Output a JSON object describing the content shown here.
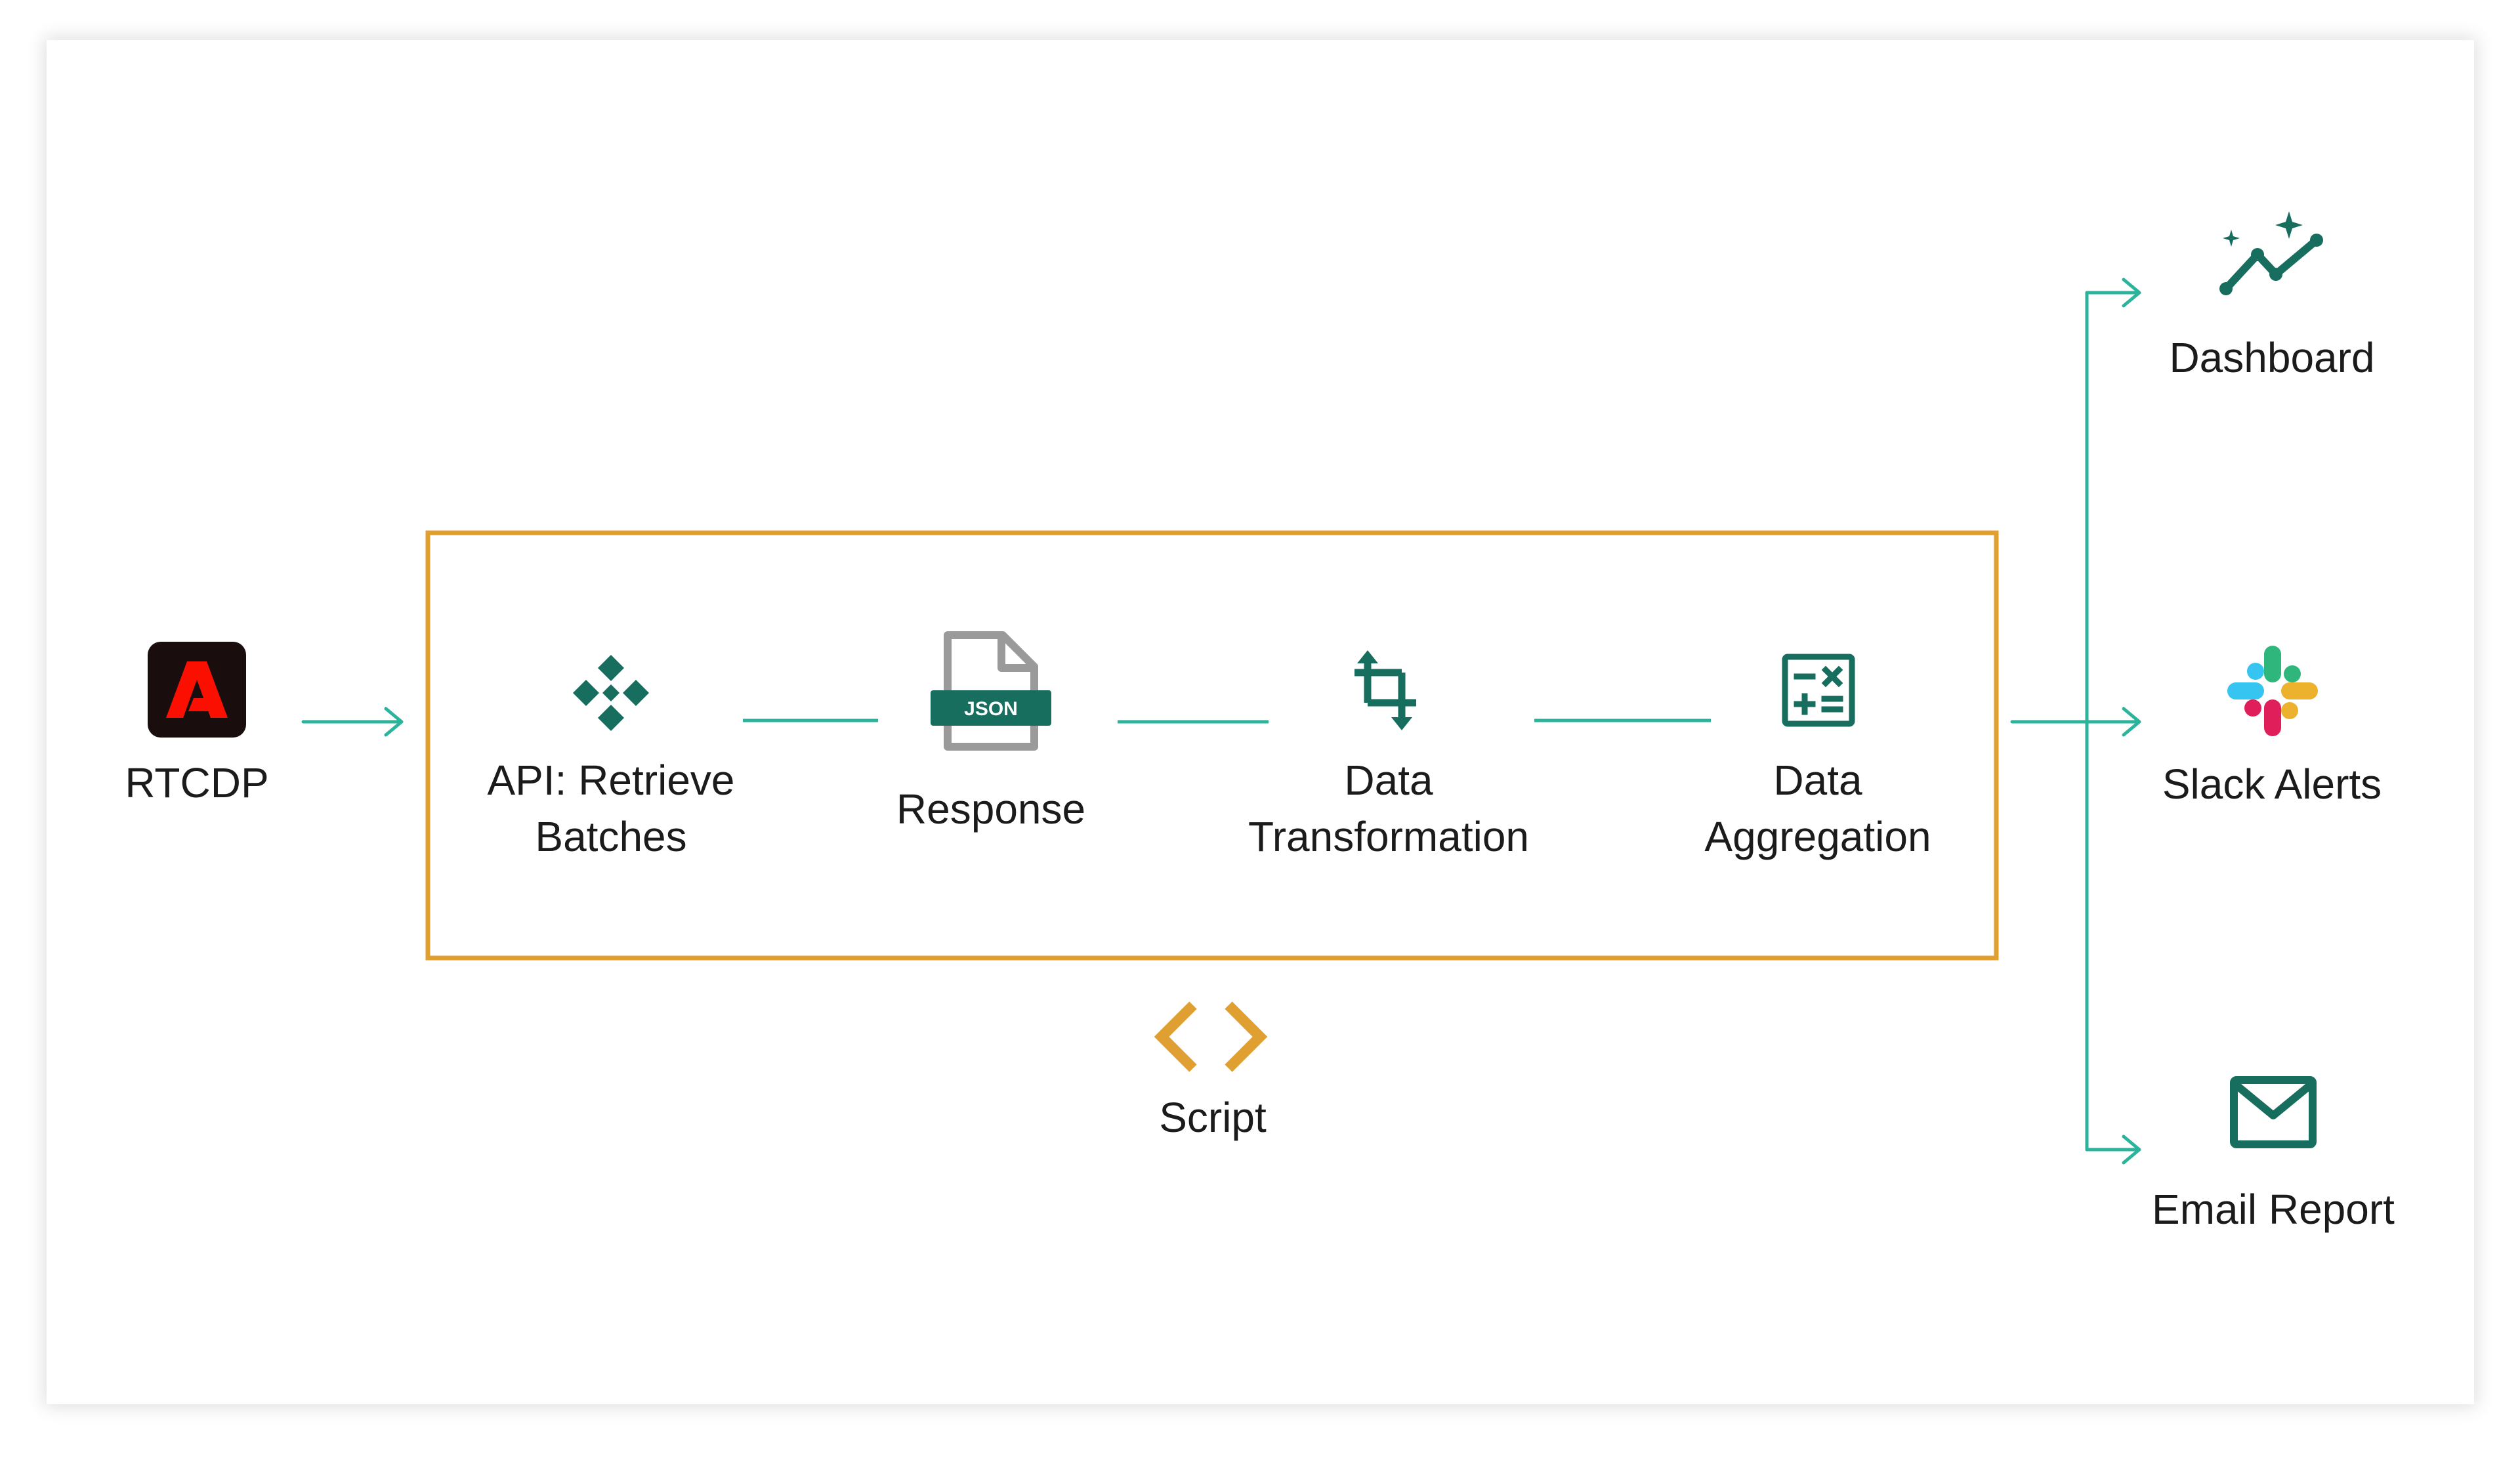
{
  "source": {
    "label": "RTCDP",
    "icon": "adobe-logo-icon",
    "bg_color": "#1a0d0d",
    "logo_color": "#fa0f00"
  },
  "script_group": {
    "label": "Script",
    "icon": "code-brackets-icon",
    "frame_color": "#e0a031",
    "steps": [
      {
        "label_line1": "API: Retrieve",
        "label_line2": "Batches",
        "icon": "api-diamond-icon"
      },
      {
        "label": "Response",
        "icon": "json-file-icon",
        "badge_text": "JSON"
      },
      {
        "label_line1": "Data",
        "label_line2": "Transformation",
        "icon": "crop-transform-icon"
      },
      {
        "label_line1": "Data",
        "label_line2": "Aggregation",
        "icon": "calculator-icon"
      }
    ]
  },
  "outputs": [
    {
      "label": "Dashboard",
      "icon": "trend-sparkle-icon"
    },
    {
      "label": "Slack Alerts",
      "icon": "slack-logo-icon"
    },
    {
      "label": "Email Report",
      "icon": "envelope-icon"
    }
  ],
  "colors": {
    "connector": "#2bb39b",
    "icon_green": "#176e5e",
    "text": "#1b1b1b",
    "slack_red": "#e01e5a",
    "slack_blue": "#36c5f0",
    "slack_green": "#2eb67d",
    "slack_yellow": "#ecb22e"
  }
}
